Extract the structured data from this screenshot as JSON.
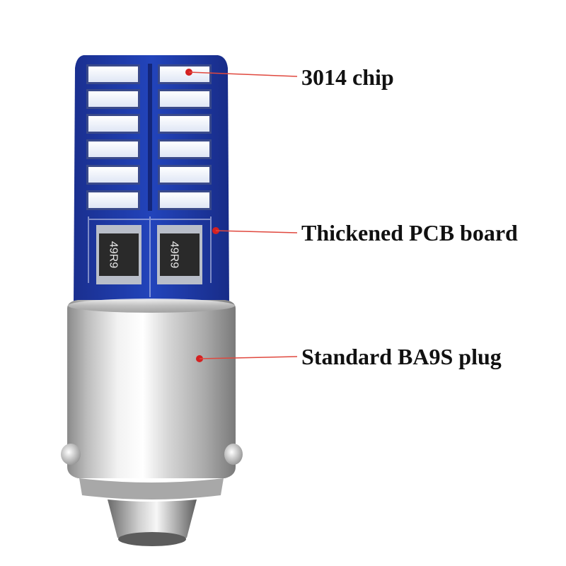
{
  "callouts": {
    "chip": "3014 chip",
    "pcb": "Thickened PCB board",
    "plug": "Standard BA9S plug"
  },
  "resistor_marking": "49R9",
  "colors": {
    "pcb_blue": "#1b3aa8",
    "led_white": "#f4f6fb",
    "resistor_body": "#2a2a2a",
    "metal_base": "#c9c9c9",
    "callout_line": "#e0483e",
    "callout_dot": "#d42020",
    "label_text": "#111111"
  }
}
